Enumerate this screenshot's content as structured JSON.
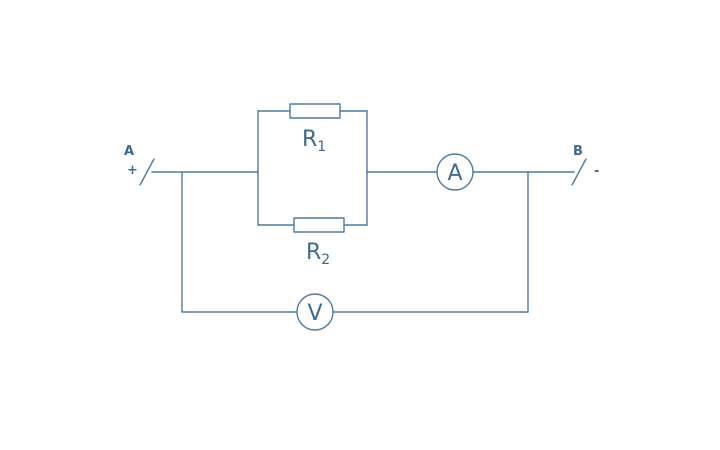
{
  "diagram": {
    "colors": {
      "stroke": "#4f7a9e",
      "text": "#3e6a8e",
      "background": "#ffffff"
    },
    "terminals": {
      "a": {
        "label": "A",
        "polarity": "+"
      },
      "b": {
        "label": "B",
        "polarity": "-"
      }
    },
    "resistors": {
      "r1": {
        "letter": "R",
        "subscript": "1"
      },
      "r2": {
        "letter": "R",
        "subscript": "2"
      }
    },
    "meters": {
      "ammeter": {
        "label": "A"
      },
      "voltmeter": {
        "label": "V"
      }
    }
  }
}
